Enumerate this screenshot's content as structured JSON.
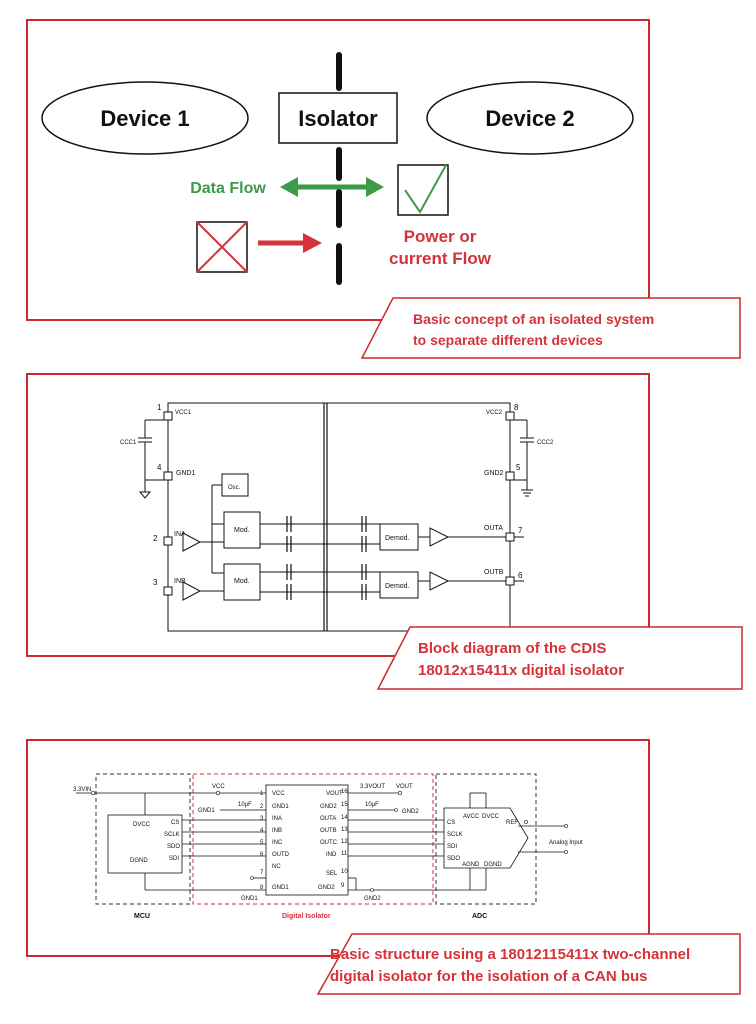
{
  "panel1": {
    "device1_label": "Device 1",
    "isolator_label": "Isolator",
    "device2_label": "Device 2",
    "data_flow_label": "Data Flow",
    "power_line1": "Power or",
    "power_line2": "current Flow",
    "caption_line1": "Basic concept of an isolated system",
    "caption_line2": "to separate different devices"
  },
  "panel2": {
    "pin1": "1",
    "pin4": "4",
    "pin2": "2",
    "pin3": "3",
    "pin8": "8",
    "pin5": "5",
    "pin7": "7",
    "pin6": "6",
    "vcc1": "VCC1",
    "gnd1": "GND1",
    "cc1": "CCC1",
    "vcc2": "VCC2",
    "gnd2": "GND2",
    "cc2": "CCC2",
    "osc": "Osc.",
    "ina": "INA",
    "inb": "INB",
    "mod": "Mod.",
    "demod": "Demod.",
    "outa": "OUTA",
    "outb": "OUTB",
    "caption_line1": "Block diagram of the CDIS",
    "caption_line2": "18012x15411x digital isolator"
  },
  "panel3": {
    "v33_in": "3.3VIN",
    "mcu": {
      "dvcc": "DVCC",
      "cs": "CS",
      "sclk": "SCLK",
      "sdo": "SDO",
      "sdi": "SDI",
      "dgnd": "DGND",
      "title": "MCU"
    },
    "iso": {
      "vcc": "VCC",
      "cap_left": "10μF",
      "gnd1_label": "GND1",
      "vcc_pin": "VCC",
      "left_pins": [
        "GND1",
        "INA",
        "INB",
        "INC",
        "OUTD",
        "NC",
        "GND1"
      ],
      "left_nums": [
        "1",
        "2",
        "3",
        "4",
        "5",
        "6",
        "7",
        "8"
      ],
      "right_pins": [
        "VOUT",
        "GND2",
        "OUTA",
        "OUTB",
        "OUTC",
        "IND",
        "SEL",
        "GND2"
      ],
      "right_nums": [
        "16",
        "15",
        "14",
        "13",
        "12",
        "11",
        "10",
        "9"
      ],
      "v33_out": "3.3VOUT",
      "vout": "VOUT",
      "cap_right": "10μF",
      "gnd2_label": "GND2",
      "gnd1_bottom": "GND1",
      "gnd2_bottom": "GND2",
      "title": "Digital Isolator"
    },
    "adc": {
      "avcc": "AVCC",
      "dvcc": "DVCC",
      "ref": "REF",
      "cs": "CS",
      "sclk": "SCLK",
      "sdi": "SDI",
      "sdo": "SDO",
      "agnd": "AGND",
      "dgnd": "DGND",
      "analog": "Analog Input",
      "title": "ADC"
    },
    "caption_line1": "Basic structure using a 18012115411x two-channel",
    "caption_line2": "digital isolator for the isolation of a CAN bus"
  },
  "colors": {
    "red": "#d6323a",
    "green": "#3c9a4b",
    "dark": "#111111",
    "frame": "#cc2a2a"
  }
}
